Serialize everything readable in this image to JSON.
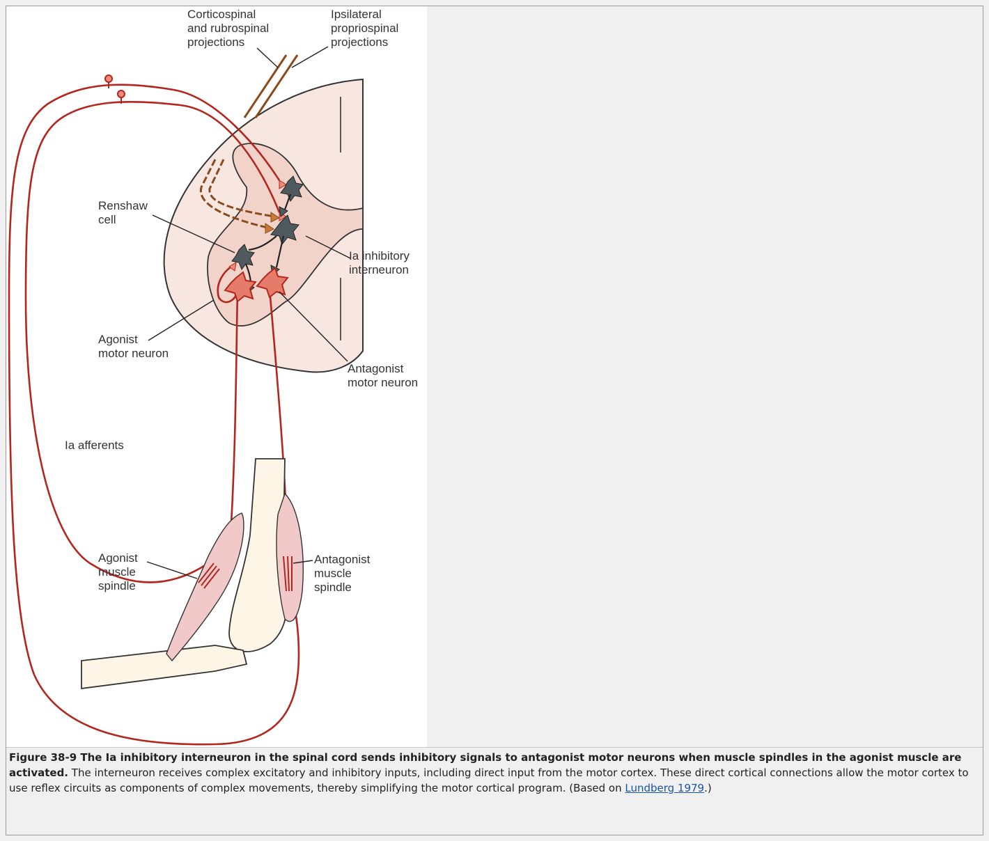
{
  "labels": {
    "corticospinal_l1": "Corticospinal",
    "corticospinal_l2": "and rubrospinal",
    "corticospinal_l3": "projections",
    "ipsilateral_l1": "Ipsilateral",
    "ipsilateral_l2": "propriospinal",
    "ipsilateral_l3": "projections",
    "renshaw_l1": "Renshaw",
    "renshaw_l2": "cell",
    "ia_inhib_l1": "Ia inhibitory",
    "ia_inhib_l2": "interneuron",
    "agonist_mn_l1": "Agonist",
    "agonist_mn_l2": "motor neuron",
    "antagonist_mn_l1": "Antagonist",
    "antagonist_mn_l2": "motor neuron",
    "ia_afferents": "Ia afferents",
    "agonist_sp_l1": "Agonist",
    "agonist_sp_l2": "muscle",
    "agonist_sp_l3": "spindle",
    "antagonist_sp_l1": "Antagonist",
    "antagonist_sp_l2": "muscle",
    "antagonist_sp_l3": "spindle"
  },
  "caption": {
    "title": "Figure 38-9 The Ia inhibitory interneuron in the spinal cord sends inhibitory signals to antagonist motor neurons when muscle spindles in the agonist muscle are activated.",
    "body": " The interneuron receives complex excitatory and inhibitory inputs, including direct input from the motor cortex. These direct cortical connections allow the motor cortex to use reflex circuits as components of complex movements, thereby simplifying the motor cortical program. (Based on ",
    "link": "Lundberg 1979",
    "end": ".)"
  },
  "colors": {
    "afferent": "#b3261e",
    "descending": "#8a4a1a",
    "inhibitory_cell": "#4f5a5e",
    "gray_matter": "#f3d9d1",
    "cord": "#f8e6e0",
    "muscle": "#f2c9c9",
    "bone": "#fdf6e6"
  }
}
